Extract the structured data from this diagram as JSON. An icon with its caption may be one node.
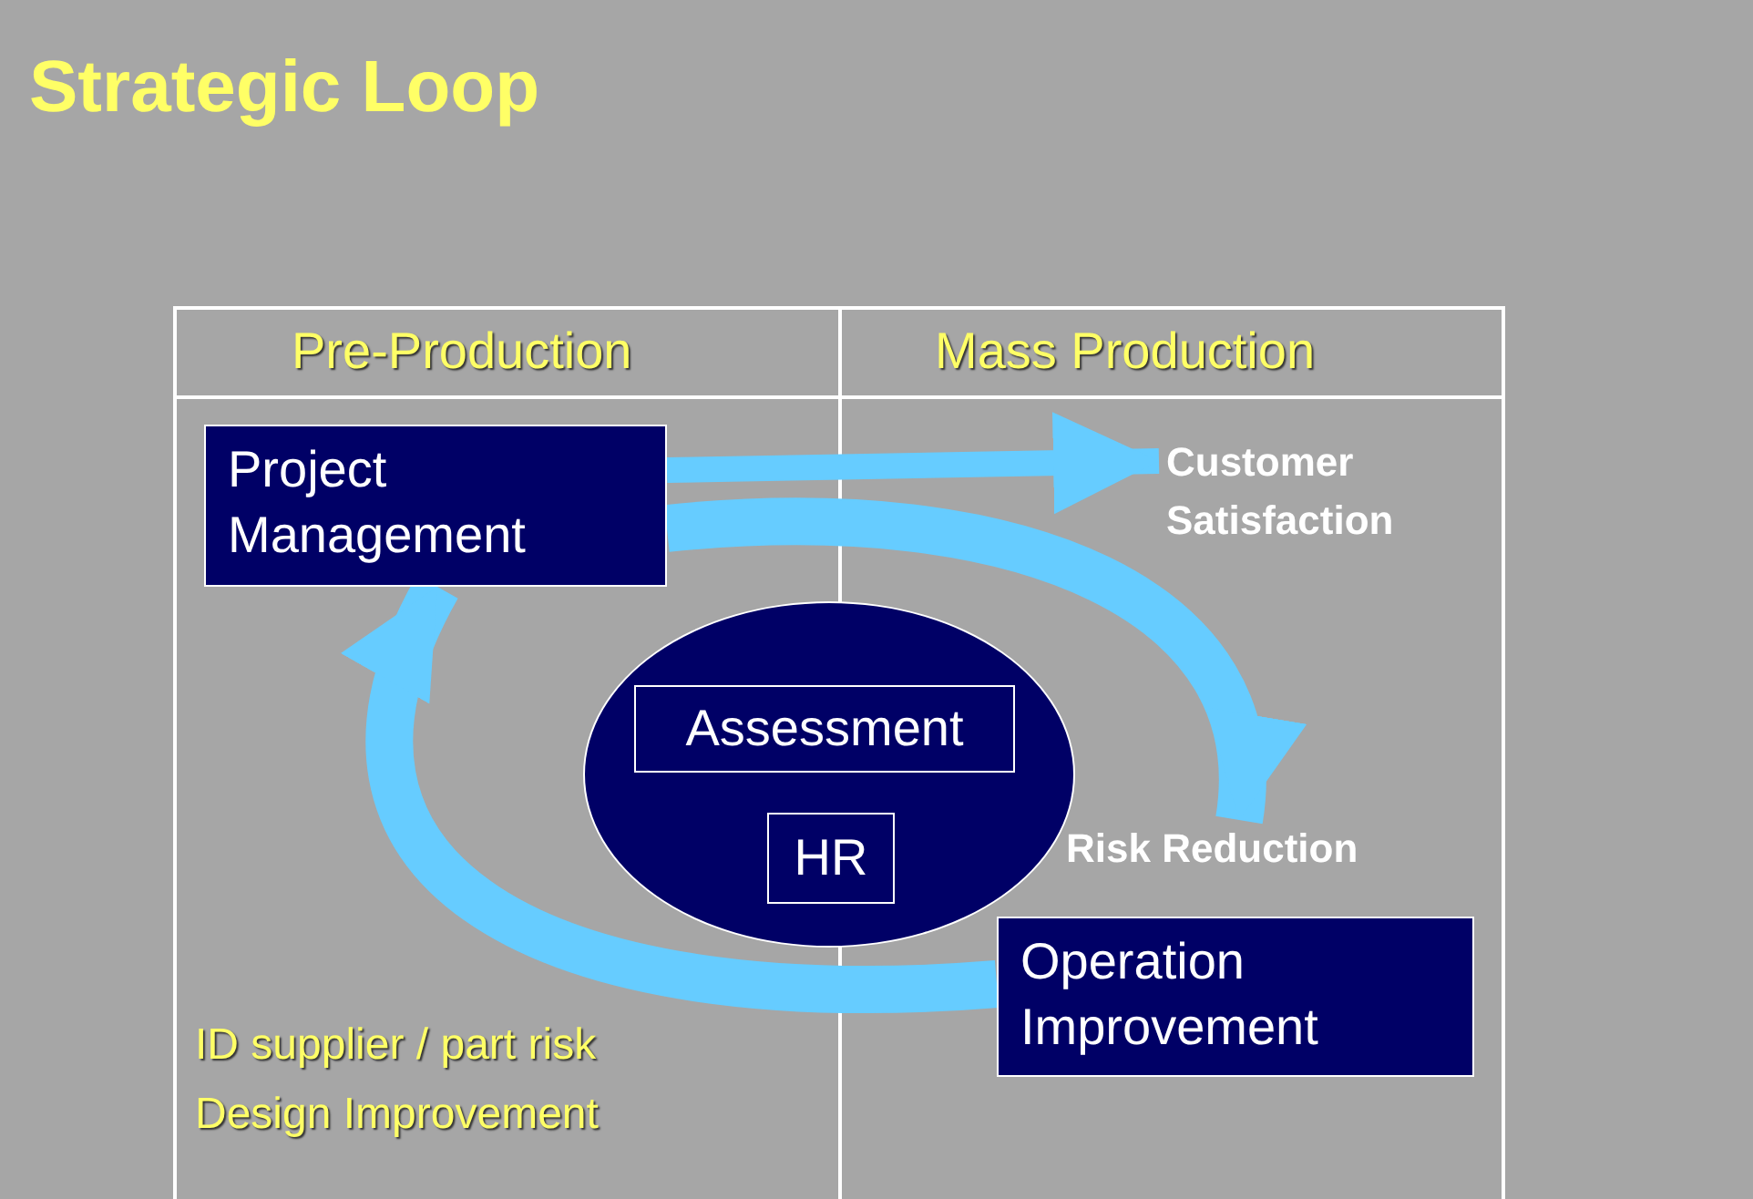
{
  "diagram": {
    "title": "Strategic Loop",
    "nodes": [
      {
        "text": [
          "Project Management"
        ]
      },
      {
        "text": [
          "Customer Satisfaction"
        ]
      },
      {
        "text": [],
        "shape": "circle"
      },
      {
        "text": [
          "Assessment"
        ],
        "in": 2
      },
      {
        "text": [
          "HR"
        ],
        "in": 2
      },
      {
        "text": [
          "Risk Reduction"
        ]
      },
      {
        "text": [
          "Operation Improvement"
        ]
      }
    ],
    "edges": [
      {
        "from": 0,
        "to": 1,
        "arrow": "to"
      },
      {
        "from": 0,
        "to": 5,
        "arrow": "to"
      },
      {
        "from": 6,
        "to": 0,
        "arrow": "to"
      }
    ],
    "labels": [
      "Pre-Production",
      "Mass Production",
      "ID supplier / part risk",
      "Design Improvement"
    ]
  }
}
